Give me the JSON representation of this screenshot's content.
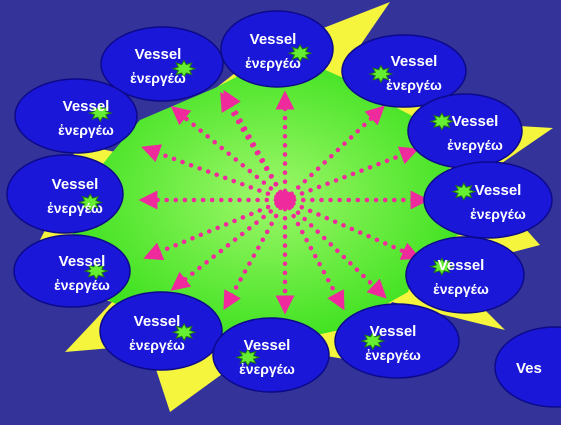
{
  "colors": {
    "background": "#333399",
    "starburst_outer": "#f4f53c",
    "starburst_inner_center": "#9ef76a",
    "starburst_inner_edge": "#38e01a",
    "oval_fill": "#1a17d9",
    "oval_stroke": "#0c0a8a",
    "oval_text": "#ffffff",
    "badge_fill": "#66ee33",
    "badge_stroke": "#227711",
    "arrow": "#ee2a9c"
  },
  "vessels": [
    {
      "name": "Vessel",
      "word": "ἐνεργέω",
      "badge_side": "right"
    },
    {
      "name": "Vessel",
      "word": "ἐνεργέω",
      "badge_side": "right"
    },
    {
      "name": "Vessel",
      "word": "ἐνεργέω",
      "badge_side": "left"
    },
    {
      "name": "Vessel",
      "word": "ἐνεργέω",
      "badge_side": "left"
    },
    {
      "name": "Vessel",
      "word": "ἐνεργέω",
      "badge_side": "left"
    },
    {
      "name": "Vessel",
      "word": "ἐνεργέω",
      "badge_side": "left"
    },
    {
      "name": "Vessel",
      "word": "ἐνεργέω",
      "badge_side": "left"
    },
    {
      "name": "Vessel",
      "word": "ἐνεργέω",
      "badge_side": "left"
    },
    {
      "name": "Vessel",
      "word": "ἐνεργέω",
      "badge_side": "right"
    },
    {
      "name": "Vessel",
      "word": "ἐνεργέω",
      "badge_side": "right"
    },
    {
      "name": "Vessel",
      "word": "ἐνεργέω",
      "badge_side": "right"
    },
    {
      "name": "Vessel",
      "word": "ἐνεργέω",
      "badge_side": "right"
    }
  ],
  "offstage_vessel": {
    "name": "Ves"
  },
  "arrow_count": 16
}
